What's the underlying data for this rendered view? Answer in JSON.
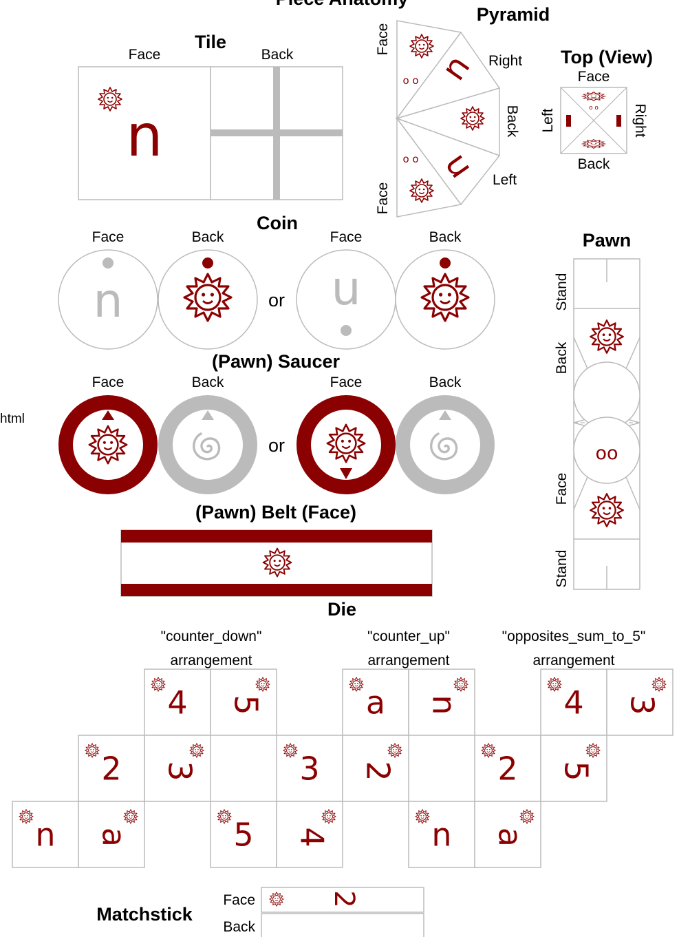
{
  "title": "Piece Anatomy",
  "stray_text": "html",
  "tile": {
    "title": "Tile",
    "face": "Face",
    "back": "Back",
    "glyph": "n"
  },
  "pyramid": {
    "title": "Pyramid",
    "face_top": "Face",
    "right": "Right",
    "back": "Back",
    "left": "Left",
    "face_bottom": "Face",
    "glyphs": [
      "u",
      "o o",
      "u",
      "o o"
    ]
  },
  "top_view": {
    "title": "Top (View)",
    "face": "Face",
    "back": "Back",
    "left": "Left",
    "right": "Right"
  },
  "coin": {
    "title": "Coin",
    "labels": [
      "Face",
      "Back",
      "Face",
      "Back"
    ],
    "or": "or",
    "glyphs": [
      "n",
      "u"
    ]
  },
  "pawn": {
    "title": "Pawn",
    "stand_top": "Stand",
    "back": "Back",
    "face": "Face",
    "stand_bottom": "Stand",
    "eyes": "oo"
  },
  "saucer": {
    "title": "(Pawn) Saucer",
    "labels": [
      "Face",
      "Back",
      "Face",
      "Back"
    ],
    "or": "or"
  },
  "belt": {
    "title": "(Pawn) Belt (Face)"
  },
  "die": {
    "title": "Die",
    "arrangements": [
      {
        "name": "\"counter_down\"",
        "sub": "arrangement",
        "cells": [
          "4",
          "5",
          "2",
          "3",
          "n",
          "a"
        ]
      },
      {
        "name": "\"counter_up\"",
        "sub": "arrangement",
        "cells": [
          "a",
          "n",
          "3",
          "2",
          "5",
          "4"
        ]
      },
      {
        "name": "\"opposites_sum_to_5\"",
        "sub": "arrangement",
        "cells": [
          "4",
          "3",
          "2",
          "5",
          "n",
          "a"
        ]
      }
    ]
  },
  "matchstick": {
    "title": "Matchstick",
    "face": "Face",
    "back": "Back",
    "glyph": "2"
  },
  "colors": {
    "accent": "#8b0000",
    "grey": "#bbbbbb"
  }
}
